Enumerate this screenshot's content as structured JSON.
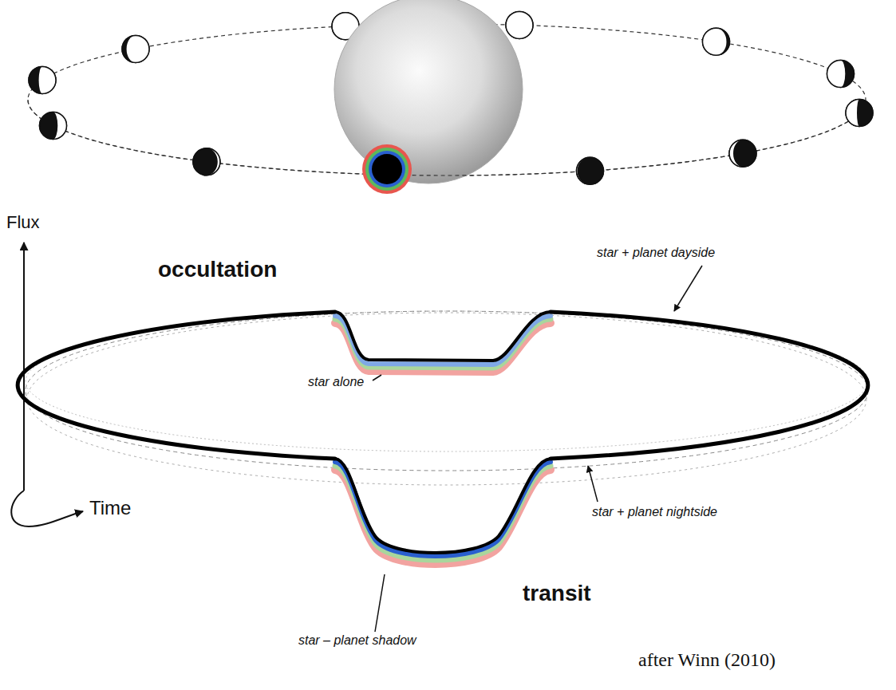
{
  "diagram": {
    "caption": "after Winn (2010)",
    "labels": [
      "Flux",
      "occultation",
      "star + planet dayside",
      "star alone",
      "Time",
      "star + planet nightside",
      "transit",
      "star – planet shadow"
    ]
  }
}
